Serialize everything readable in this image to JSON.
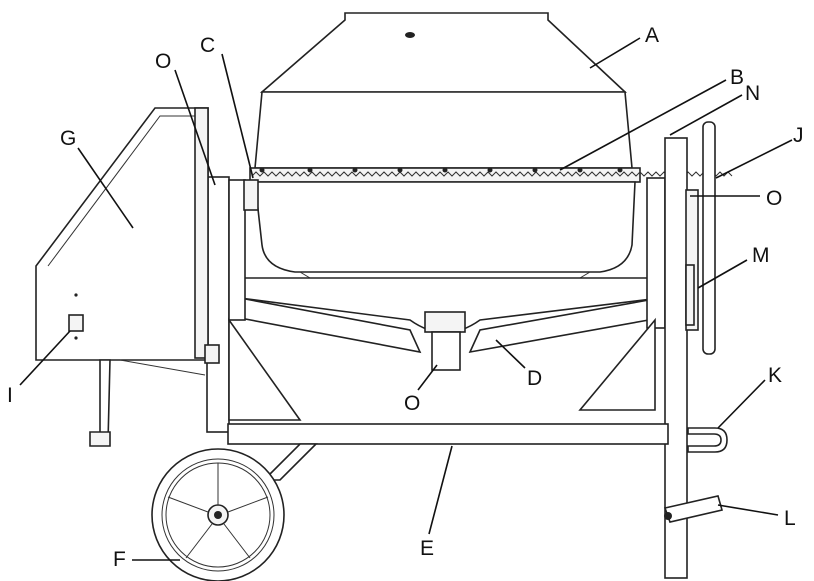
{
  "labels": {
    "A": "A",
    "B": "B",
    "N": "N",
    "C": "C",
    "O_top_left": "O",
    "O_right": "O",
    "O_bottom": "O",
    "G": "G",
    "J": "J",
    "M": "M",
    "K": "K",
    "L": "L",
    "I": "I",
    "D": "D",
    "E": "E",
    "F": "F"
  }
}
